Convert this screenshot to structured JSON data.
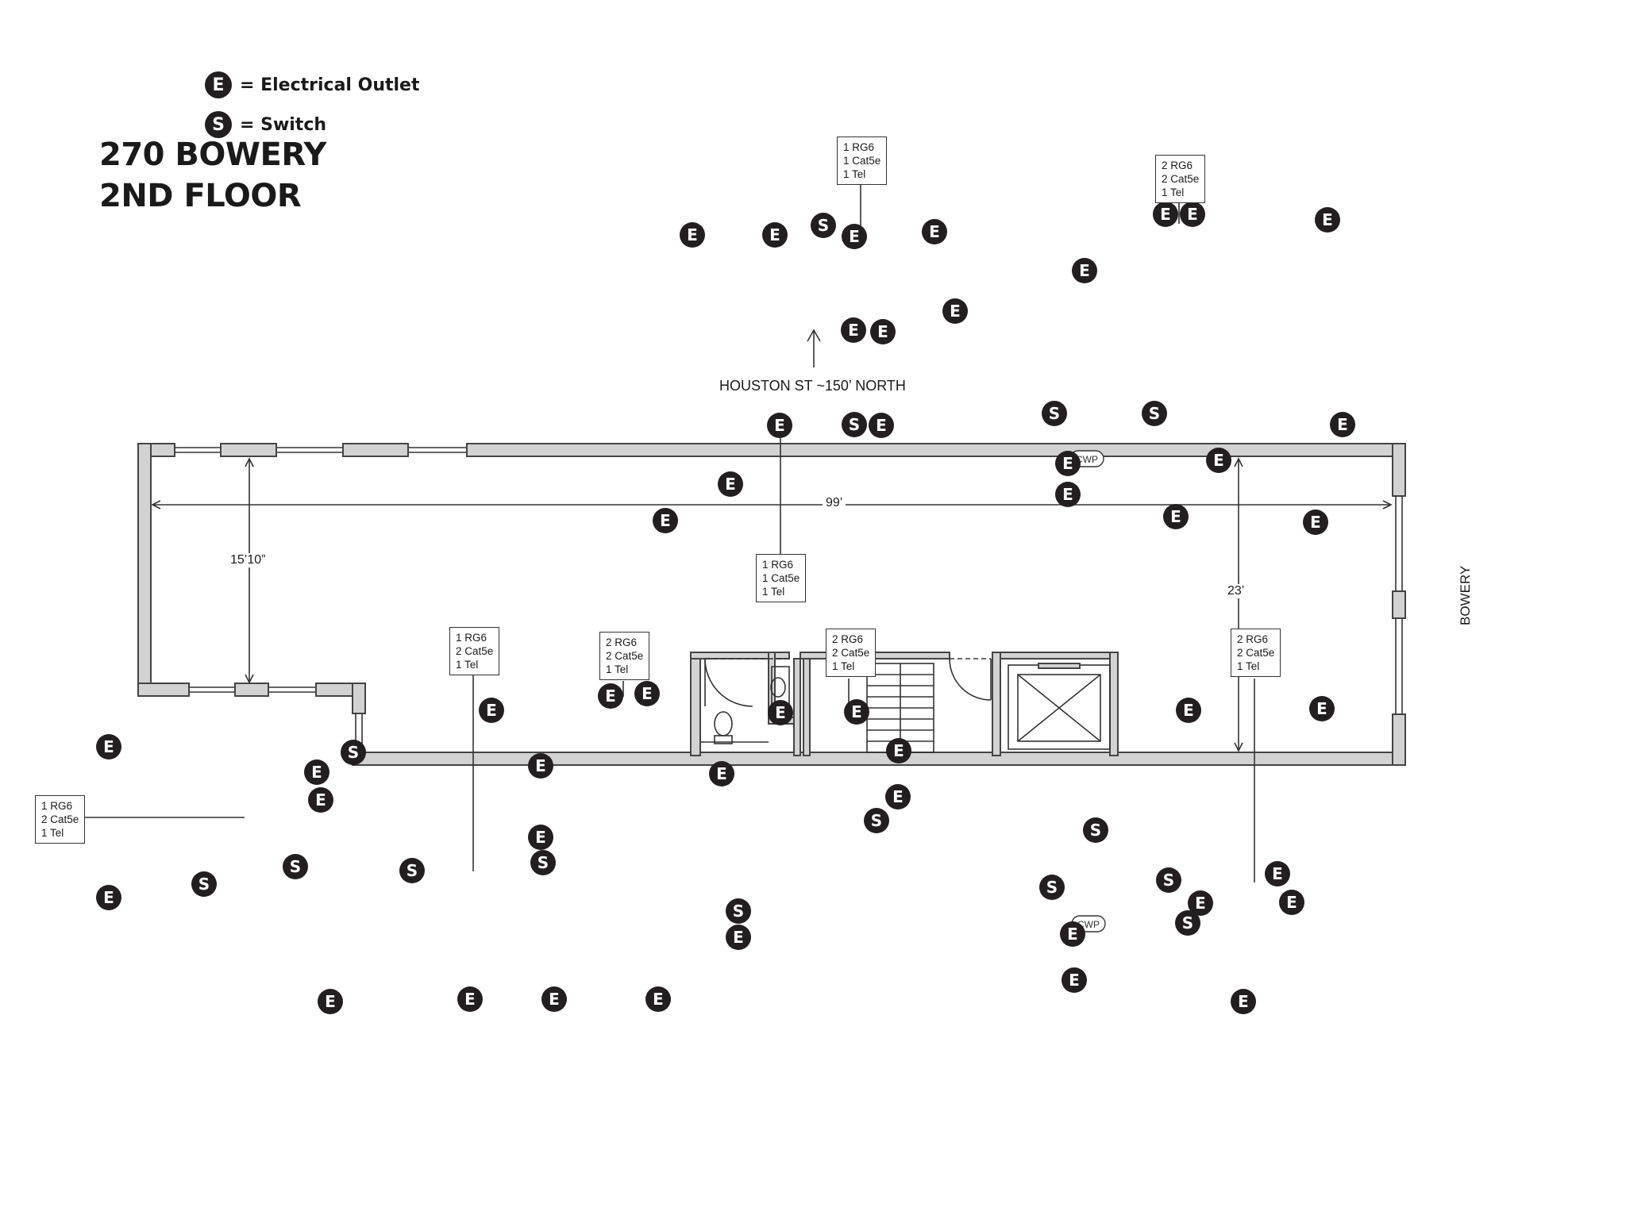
{
  "legend": {
    "electrical": {
      "symbol": "E",
      "label": "= Electrical Outlet"
    },
    "switch": {
      "symbol": "S",
      "label": "= Switch"
    }
  },
  "title": {
    "line1": "270 BOWERY",
    "line2": "2ND FLOOR"
  },
  "north_note": "HOUSTON ST ~150’ NORTH",
  "street_label": "BOWERY",
  "dimensions": {
    "length": "99’",
    "width_left": "15’10”",
    "width_right": "23’"
  },
  "cwp_label": "CWP",
  "cable_boxes": [
    {
      "id": "top-center",
      "lines": [
        "1 RG6",
        "1 Cat5e",
        "1 Tel"
      ]
    },
    {
      "id": "top-right",
      "lines": [
        "2 RG6",
        "2 Cat5e",
        "1 Tel"
      ]
    },
    {
      "id": "center",
      "lines": [
        "1 RG6",
        "1 Cat5e",
        "1 Tel"
      ]
    },
    {
      "id": "lower-left",
      "lines": [
        "1 RG6",
        "2 Cat5e",
        "1 Tel"
      ]
    },
    {
      "id": "lower-mid",
      "lines": [
        "2 RG6",
        "2 Cat5e",
        "1 Tel"
      ]
    },
    {
      "id": "stair",
      "lines": [
        "2 RG6",
        "2 Cat5e",
        "1 Tel"
      ]
    },
    {
      "id": "right",
      "lines": [
        "2 RG6",
        "2 Cat5e",
        "1 Tel"
      ]
    },
    {
      "id": "far-left",
      "lines": [
        "1 RG6",
        "2 Cat5e",
        "1 Tel"
      ]
    }
  ]
}
